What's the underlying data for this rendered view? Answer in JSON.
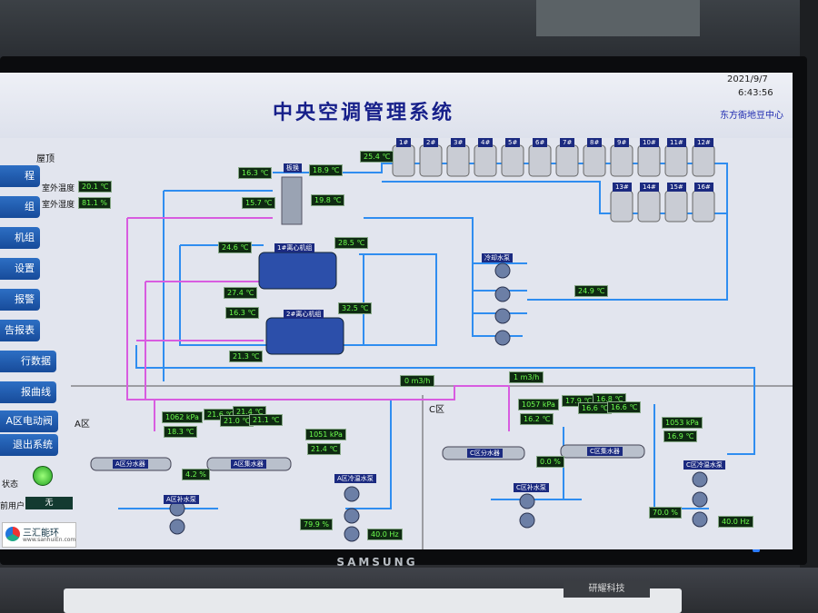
{
  "header": {
    "title": "中央空调管理系统",
    "date": "2021/9/7",
    "time": "6:43:56",
    "site": "东方衙地豆中心"
  },
  "sidebar": {
    "items": [
      {
        "label": "程"
      },
      {
        "label": "组"
      },
      {
        "label": "机组"
      },
      {
        "label": "设置"
      },
      {
        "label": "报警"
      },
      {
        "label": "告报表"
      },
      {
        "label": "行数据"
      },
      {
        "label": "报曲线"
      },
      {
        "label": "A区电动阀"
      },
      {
        "label": "退出系统"
      }
    ],
    "status_label": "状态",
    "user_label": "前用户",
    "user_value": "无",
    "logo_text": "三汇能环",
    "logo_url": "www.sanhuiEn.com"
  },
  "roof": {
    "title": "屋顶",
    "outdoor_temp_label": "室外温度",
    "outdoor_temp": "20.1 ℃",
    "outdoor_humidity_label": "室外湿度",
    "outdoor_humidity": "81.1 %",
    "exchanger_label": "板换",
    "towers_row1": [
      "1#",
      "2#",
      "3#",
      "4#",
      "5#",
      "6#",
      "7#",
      "8#",
      "9#",
      "10#",
      "11#",
      "12#"
    ],
    "towers_row2": [
      "13#",
      "14#",
      "15#",
      "16#"
    ]
  },
  "chillers": {
    "chiller1_label": "1#离心机组",
    "chiller2_label": "2#离心机组",
    "pump_label": "冷却水泵"
  },
  "readings": {
    "t_163_a": "16.3 ℃",
    "t_189": "18.9 ℃",
    "t_254": "25.4 ℃",
    "t_157": "15.7 ℃",
    "t_198": "19.8 ℃",
    "t_246": "24.6 ℃",
    "t_285": "28.5 ℃",
    "t_274": "27.4 ℃",
    "t_163_b": "16.3 ℃",
    "t_325": "32.5 ℃",
    "t_213": "21.3 ℃",
    "t_249": "24.9 ℃",
    "flow_a": "0 m3/h",
    "flow_c": "1 m3/h"
  },
  "zone_a": {
    "title": "A区",
    "pressure_1": "1062 kPa",
    "temp_1": "18.3 ℃",
    "small_1": "21.6 ℃",
    "small_2": "21.4 ℃",
    "small_3": "21.0 ℃",
    "small_4": "21.1 ℃",
    "pressure_2": "1051 kPa",
    "temp_2": "21.4 ℃",
    "dist_label": "A区分水器",
    "coll_label": "A区集水器",
    "valve_pct": "4.2 %",
    "supply_pump_label": "A区补水泵",
    "cooling_pump_label": "A区冷温水泵",
    "pump_pct": "79.9 %",
    "freq": "40.0 Hz"
  },
  "zone_c": {
    "title": "C区",
    "pressure_1": "1057 kPa",
    "temp_1": "16.2 ℃",
    "small_1": "17.9 ℃",
    "small_2": "16.8 ℃",
    "small_3": "16.6 ℃",
    "small_4": "16.6 ℃",
    "pressure_2": "1053 kPa",
    "temp_2": "16.9 ℃",
    "dist_label": "C区分水器",
    "coll_label": "C区集水器",
    "valve_pct": "0.0 %",
    "supply_pump_label": "C区补水泵",
    "cooling_pump_label": "C区冷温水泵",
    "pump_pct": "70.0 %",
    "freq": "40.0 Hz"
  },
  "monitor": {
    "brand": "SAMSUNG",
    "desk_tag": "研耀科技"
  },
  "colors": {
    "pipe_blue": "#2f8df0",
    "pipe_magenta": "#d85ce0",
    "panel_bg": "#e2e5ee",
    "title_color": "#17208a",
    "button_blue": "#1f5cb0",
    "readout_green": "#6dff4e"
  }
}
